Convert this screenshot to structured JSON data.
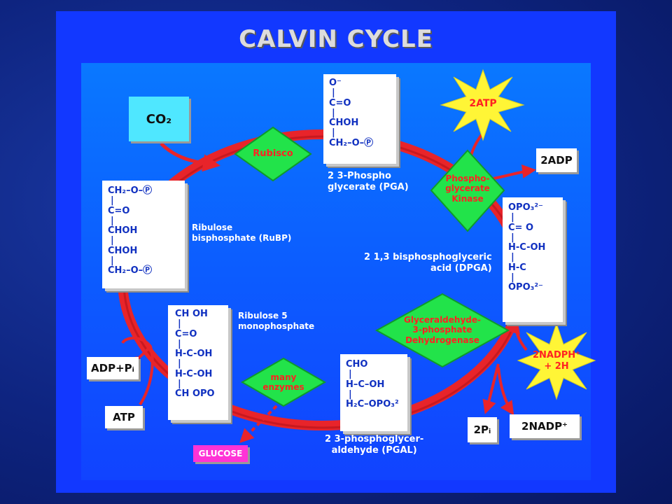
{
  "title": "CALVIN CYCLE",
  "colors": {
    "ring": "#e8242a",
    "enzyme_fill": "#22e34a",
    "star_fill": "#fff536",
    "co2_fill": "#4fe7ff",
    "glucose_fill": "#ff33d6"
  },
  "nodes": {
    "co2": "CO₂",
    "adp2": "2ADP",
    "adp_pi": "ADP+Pᵢ",
    "atp": "ATP",
    "glucose": "GLUCOSE",
    "pi2": "2Pᵢ",
    "nadp2": "2NADP⁺"
  },
  "stars": {
    "atp2": "2ATP",
    "nadph": "2NADPH⁺\n+ 2H"
  },
  "enzymes": {
    "rubisco": "Rubisco",
    "pgk": "Phospho-\nglycerate\nKinase",
    "gapdh": "Glyceraldehyde-\n3-phosphate\nDehydrogenase",
    "many": "many\nenzymes"
  },
  "molecules": {
    "pga": {
      "label": "2 3-Phospho\nglycerate (PGA)",
      "lines": [
        "O⁻",
        "|",
        "C=O",
        "|",
        "CHOH",
        "|",
        "CH₂–O–Ⓟ"
      ]
    },
    "rubp": {
      "label": "Ribulose\nbisphosphate (RuBP)",
      "lines": [
        "CH₂–O–Ⓟ",
        "|",
        "C=O",
        "|",
        "CHOH",
        "|",
        "CHOH",
        "|",
        "CH₂–O–Ⓟ"
      ]
    },
    "dpga": {
      "label": "2 1,3 bisphosphoglyceric\nacid (DPGA)",
      "lines": [
        "OPO₃²⁻",
        "|",
        "C= O",
        "|",
        "H-C-OH",
        "|",
        "H-C",
        "|",
        "OPO₃²⁻"
      ]
    },
    "r5p": {
      "label": "Ribulose 5\nmonophosphate",
      "lines": [
        "CH OH",
        "|",
        "C=O",
        "|",
        "H-C-OH",
        "|",
        "H-C-OH",
        "|",
        "CH OPO"
      ]
    },
    "pgal": {
      "label": "2 3-phosphoglycer-\naldehyde (PGAL)",
      "lines": [
        "CHO",
        "|",
        "H–C–OH",
        "|",
        "H₂C–OPO₃²"
      ]
    }
  }
}
